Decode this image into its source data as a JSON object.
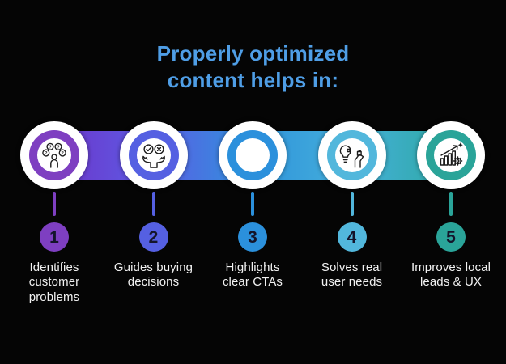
{
  "title": {
    "line1": "Properly optimized",
    "line2": "content helps in:"
  },
  "colors": {
    "background": "#050505",
    "title_text": "#4f9ee6",
    "label_text": "#f2f2f2",
    "badge_number_text": "#14142a",
    "icon_stroke": "#1c1c1c",
    "band_gradient": [
      "#6e34c9",
      "#5c5ce5",
      "#2f93dc",
      "#45b0da",
      "#2ea9a3"
    ]
  },
  "steps": [
    {
      "number": "1",
      "label_lines": [
        "Identifies",
        "customer",
        "problems"
      ],
      "icon": "customer-problems-icon",
      "accent": "#7e3fc1"
    },
    {
      "number": "2",
      "label_lines": [
        "Guides buying",
        "decisions"
      ],
      "icon": "buying-decisions-icon",
      "accent": "#5560e2"
    },
    {
      "number": "3",
      "label_lines": [
        "Highlights",
        "clear CTAs"
      ],
      "icon": "none",
      "accent": "#2b90dc"
    },
    {
      "number": "4",
      "label_lines": [
        "Solves real",
        "user needs"
      ],
      "icon": "problem-solving-icon",
      "accent": "#52b7dc"
    },
    {
      "number": "5",
      "label_lines": [
        "Improves local",
        "leads & UX"
      ],
      "icon": "growth-chart-icon",
      "accent": "#2aa499"
    }
  ]
}
